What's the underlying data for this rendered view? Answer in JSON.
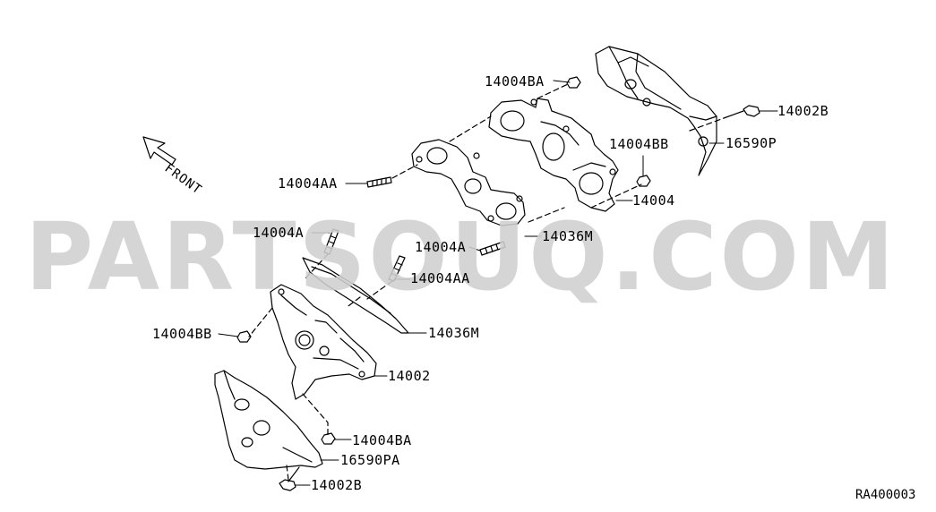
{
  "watermark": "PARTSOUQ.COM",
  "front_label": "FRONT",
  "reference_code": "RA400003",
  "callouts": {
    "c14004BA_top": "14004BA",
    "c14002B_top": "14002B",
    "c14004BB_top": "14004BB",
    "c16590P": "16590P",
    "c14004AA_left": "14004AA",
    "c14004": "14004",
    "c14004A_mid": "14004A",
    "c14036M_top": "14036M",
    "c14004A_left": "14004A",
    "c14004AA_mid": "14004AA",
    "c14004BB_left": "14004BB",
    "c14036M_bottom": "14036M",
    "c14002": "14002",
    "c14004BA_bottom": "14004BA",
    "c16590PA": "16590PA",
    "c14002B_bottom": "14002B"
  },
  "colors": {
    "ink": "#000000",
    "watermark": "#d0d0d0",
    "background": "#ffffff"
  }
}
